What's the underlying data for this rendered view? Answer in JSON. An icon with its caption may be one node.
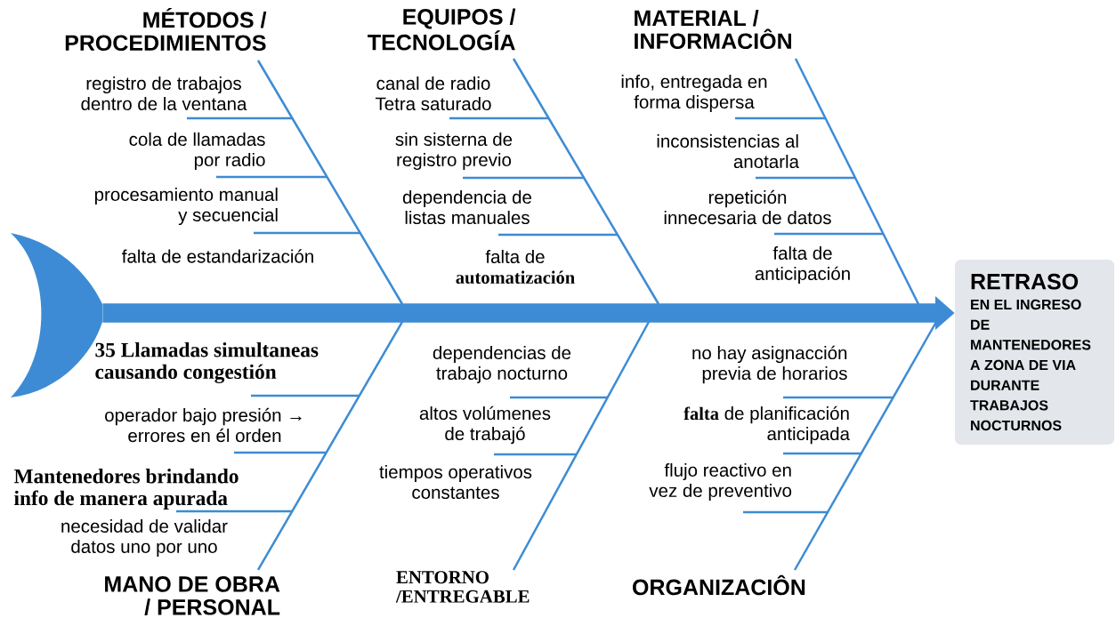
{
  "diagram": {
    "nodes": [
      {
        "text": [],
        "shape": "picture"
      },
      {
        "text": [
          "RETRASO",
          "EN EL INGRESO DE MANTENEDORES A ZONA DE VIA DURANTE TRABAJOS NOCTURNOS"
        ]
      }
    ],
    "edges": [
      {
        "from": 0,
        "to": 1,
        "arrow": "to"
      }
    ],
    "labels": [
      "MÉTODOS / PROCEDIMIENTOS",
      "EQUIPOS / TECNOLOGÍA",
      "MATERIAL / INFORMACIÔN",
      "registro de trabajos dentro de la ventana",
      "canal de radio Tetra saturado",
      "info, entregada en forma dispersa",
      "cola de llamadas por radio",
      "sin sisterna de registro previo",
      "inconsistencias al anotarla",
      "procesamiento manual y secuencial",
      "dependencia de listas manuales",
      "repetición innecesaria de datos",
      "falta de estandarización",
      "falta de **automatización**",
      "falta de anticipación",
      "35 Llamadas simultaneas causando congestión",
      "dependencias de trabajo nocturno",
      "no hay asignacción previa de horarios",
      "operador bajo presión → errores en él orden",
      "altos volúmenes de trabajó",
      "**falta** de planificación anticipada",
      "Mantenedores brindando info de manera apurada",
      "tiempos operativos constantes",
      "flujo reactivo en vez de preventivo",
      "necesidad de validar datos uno por uno",
      "MANO DE OBRA / PERSONAL",
      "ENTORNO /ENTREGABLE",
      "ORGANIZACIÔN"
    ]
  }
}
